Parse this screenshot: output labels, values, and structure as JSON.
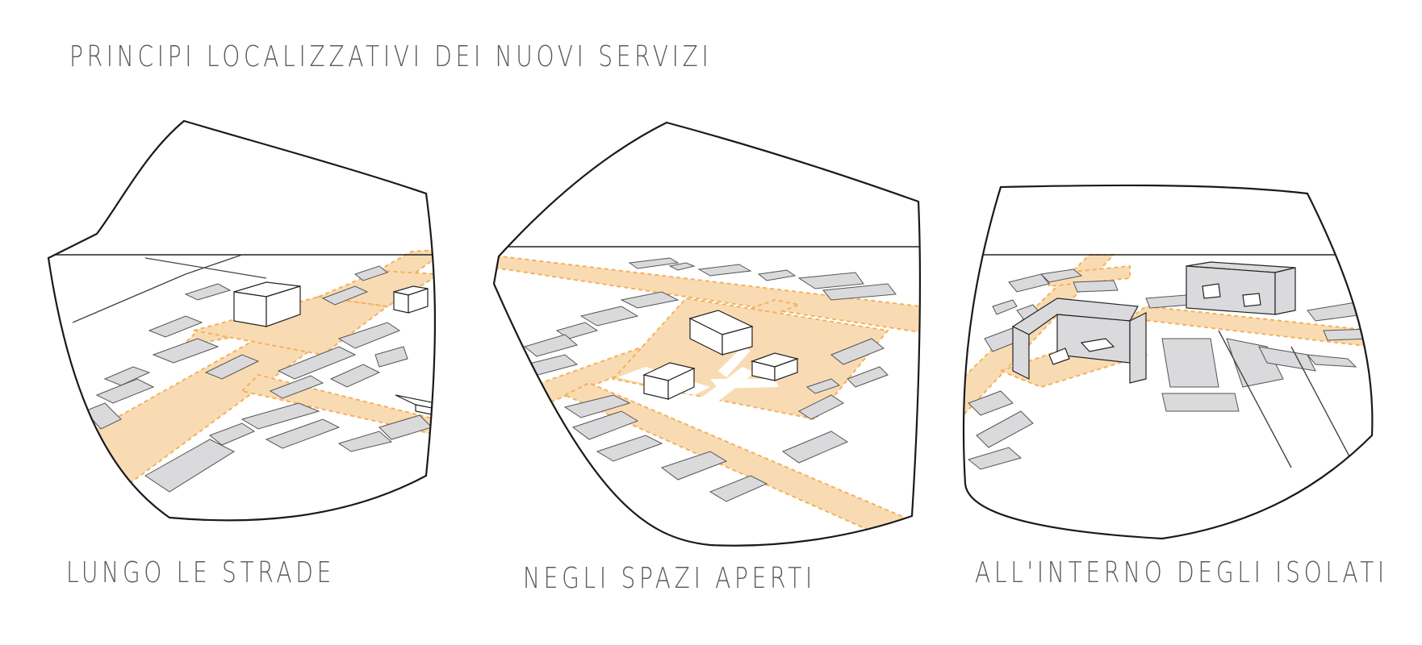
{
  "title": "PRINCIPI LOCALIZZATIVI DEI NUOVI SERVIZI",
  "panels": [
    {
      "caption": "LUNGO LE STRADE"
    },
    {
      "caption": "NEGLI SPAZI APERTI"
    },
    {
      "caption": "ALL'INTERNO DEGLI ISOLATI"
    }
  ],
  "colors": {
    "outline": "#1a1a1a",
    "highlight": "#f9dbb3",
    "highlight_border": "#f2b25c",
    "block": "#dadadc",
    "block_edge": "#555555",
    "text": "#5a5a5a"
  }
}
